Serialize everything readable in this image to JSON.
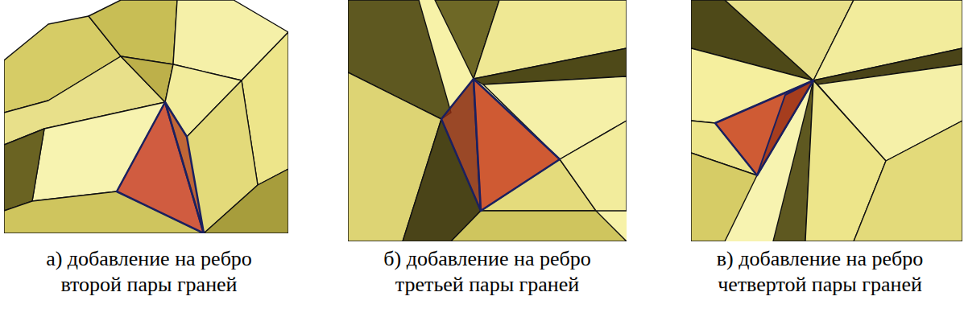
{
  "diagram": {
    "labels": [
      "а) добавление на ребро второй пары граней",
      "б) добавление на ребро третьей пары граней",
      "в) добавление на ребро четвертой пары граней"
    ]
  }
}
